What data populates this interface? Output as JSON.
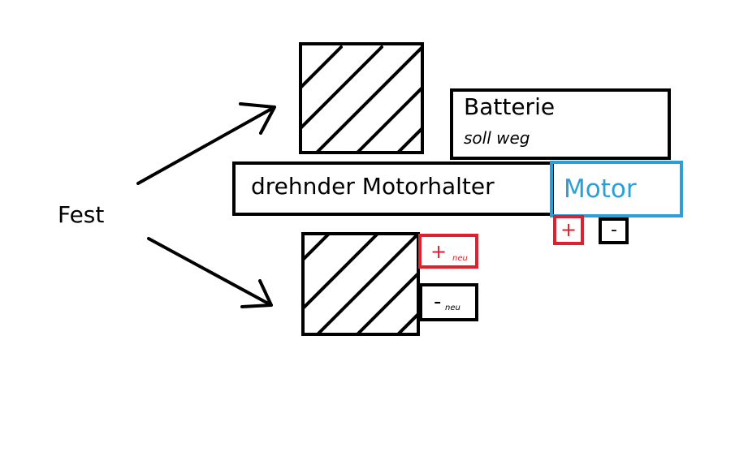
{
  "labels": {
    "fest": "Fest",
    "batterie": "Batterie",
    "batterie_note": "soll weg",
    "motorhalter": "drehnder Motorhalter",
    "motor": "Motor"
  },
  "terminals": {
    "motor_plus": "+",
    "motor_minus": "-",
    "plus_neu_symbol": "+",
    "plus_neu_sub": "neu",
    "minus_neu_symbol": "-",
    "minus_neu_sub": "neu"
  },
  "colors": {
    "outline": "#000000",
    "motor": "#2a9fd8",
    "positive": "#e0202c",
    "background": "#ffffff"
  }
}
